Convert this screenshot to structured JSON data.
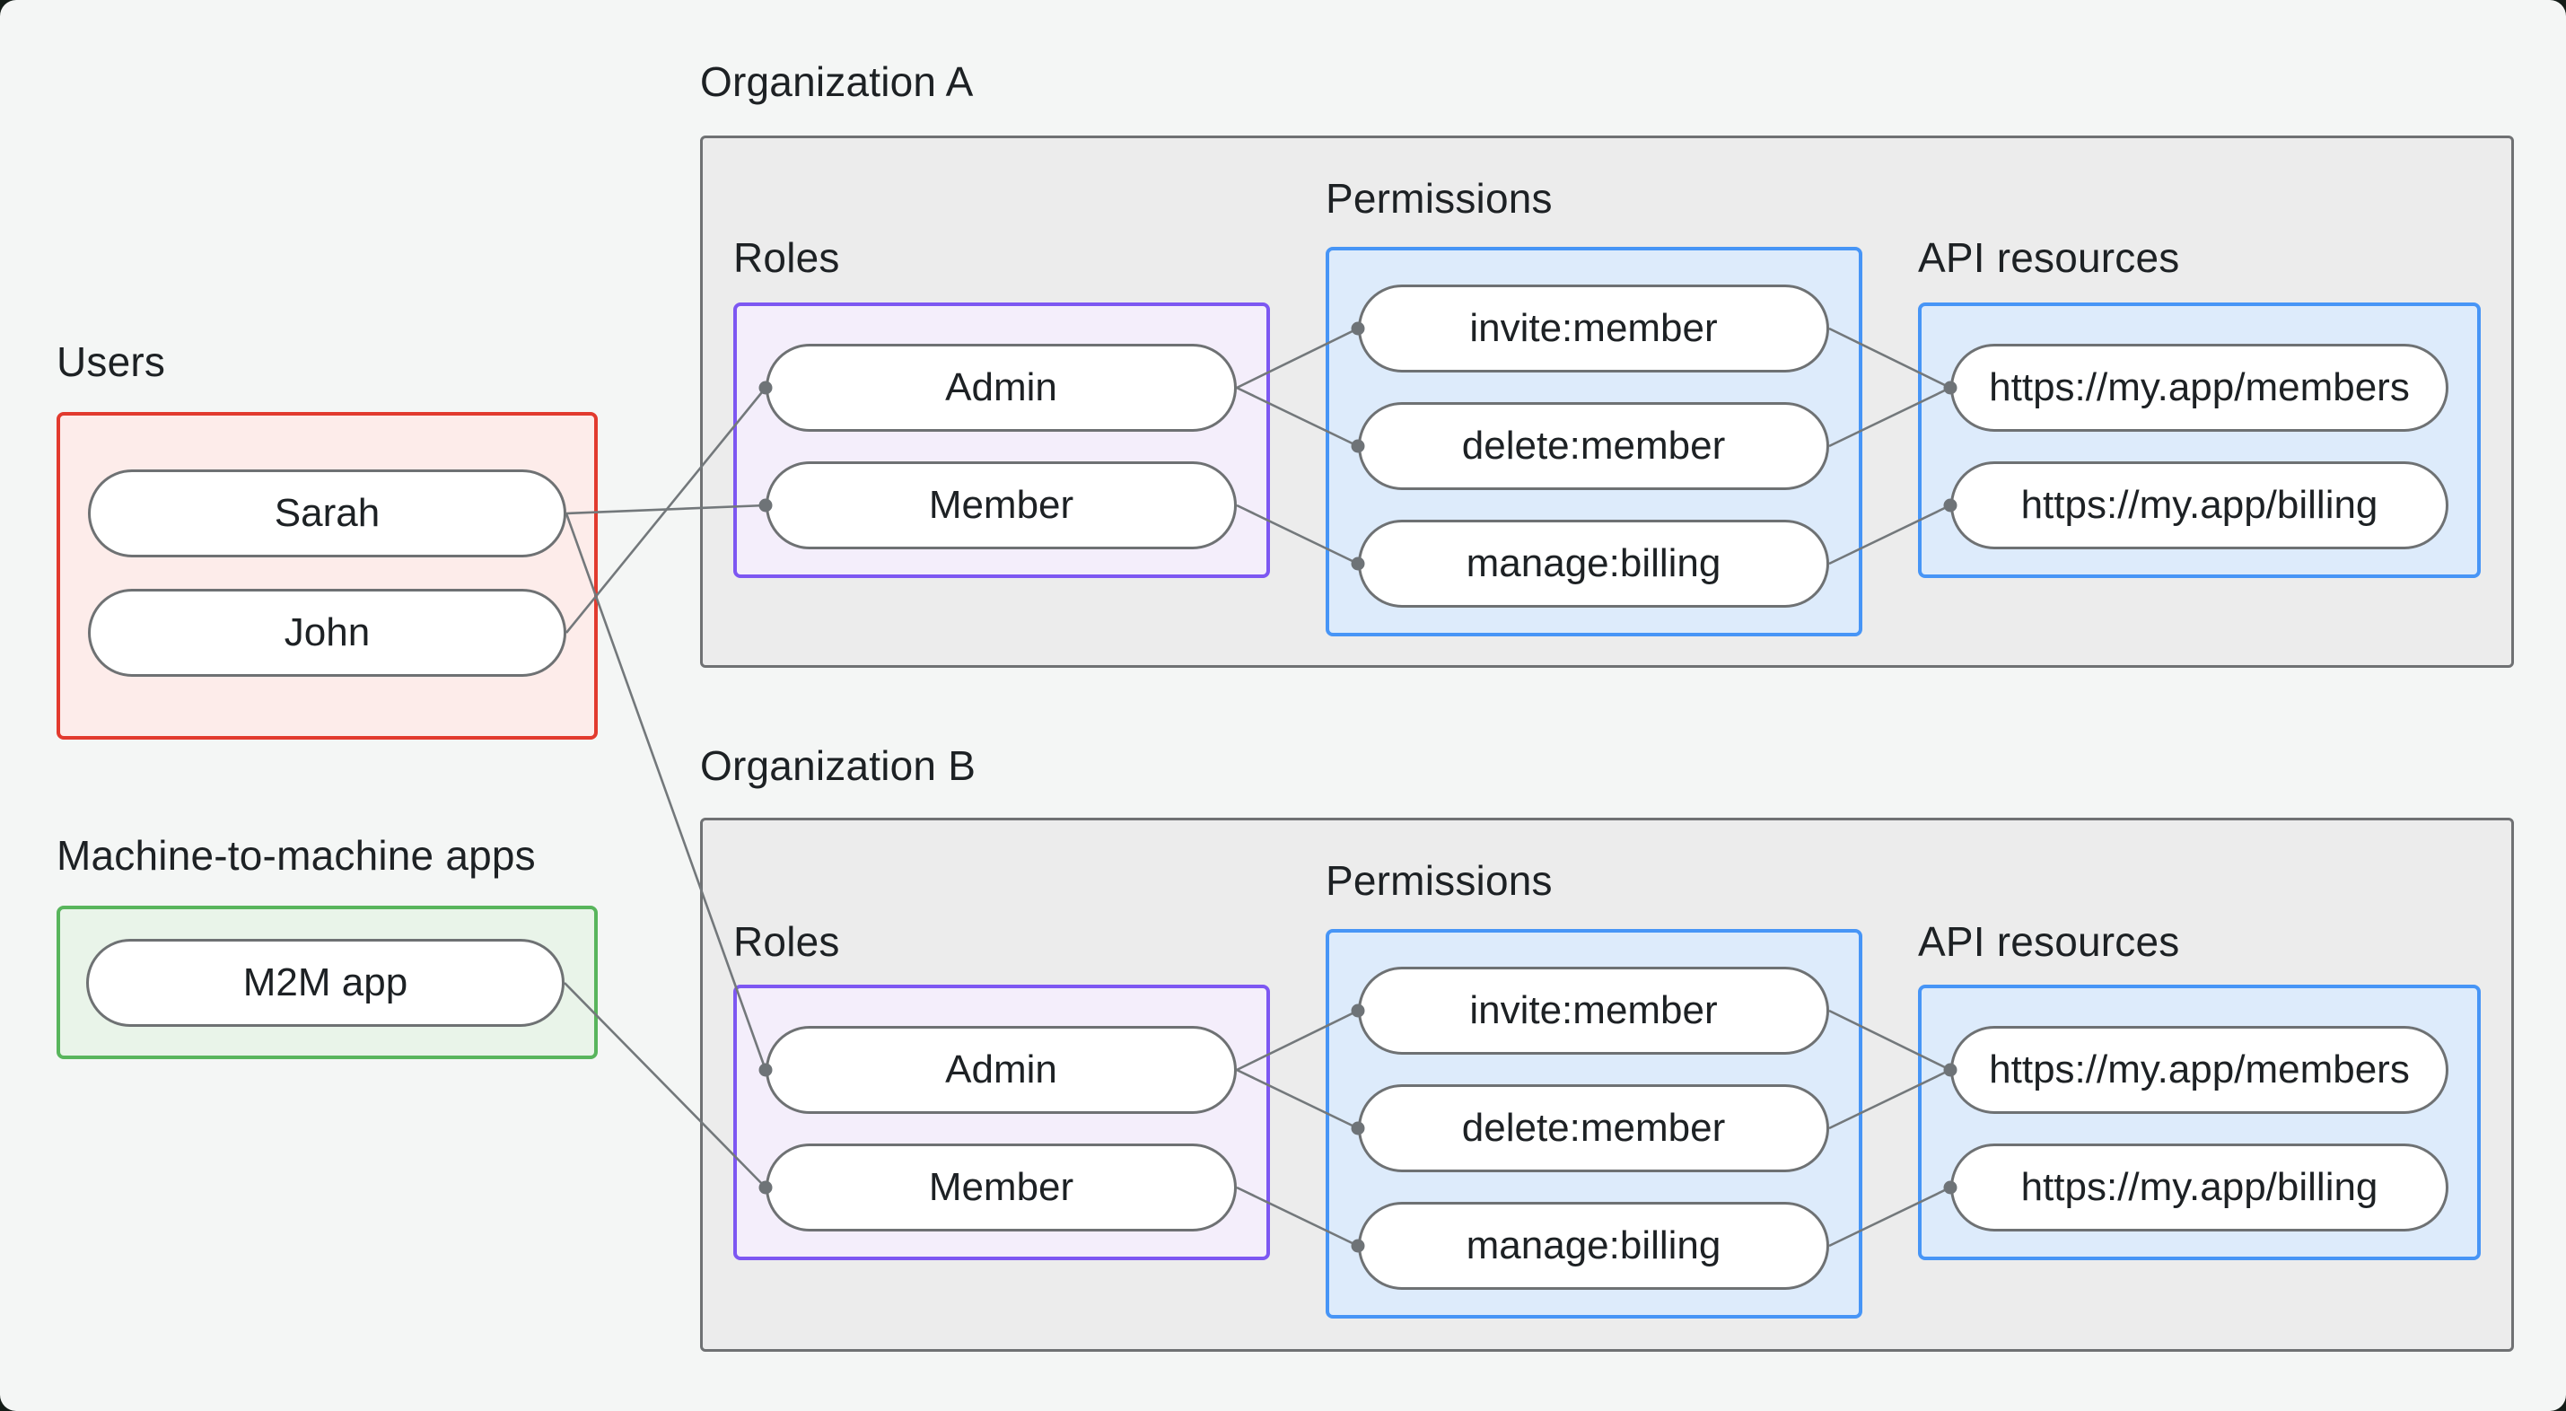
{
  "users_group": {
    "label": "Users",
    "items": [
      {
        "label": "Sarah"
      },
      {
        "label": "John"
      }
    ]
  },
  "m2m_group": {
    "label": "Machine-to-machine apps",
    "items": [
      {
        "label": "M2M app"
      }
    ]
  },
  "org_a": {
    "label": "Organization A",
    "roles_label": "Roles",
    "permissions_label": "Permissions",
    "api_resources_label": "API resources",
    "roles": [
      {
        "label": "Admin"
      },
      {
        "label": "Member"
      }
    ],
    "permissions": [
      {
        "label": "invite:member"
      },
      {
        "label": "delete:member"
      },
      {
        "label": "manage:billing"
      }
    ],
    "api_resources": [
      {
        "label": "https://my.app/members"
      },
      {
        "label": "https://my.app/billing"
      }
    ]
  },
  "org_b": {
    "label": "Organization B",
    "roles_label": "Roles",
    "permissions_label": "Permissions",
    "api_resources_label": "API resources",
    "roles": [
      {
        "label": "Admin"
      },
      {
        "label": "Member"
      }
    ],
    "permissions": [
      {
        "label": "invite:member"
      },
      {
        "label": "delete:member"
      },
      {
        "label": "manage:billing"
      }
    ],
    "api_resources": [
      {
        "label": "https://my.app/members"
      },
      {
        "label": "https://my.app/billing"
      }
    ]
  },
  "edges": [
    {
      "from": "Sarah",
      "to": "Org A / Member"
    },
    {
      "from": "John",
      "to": "Org A / Admin"
    },
    {
      "from": "Sarah",
      "to": "Org B / Admin"
    },
    {
      "from": "M2M app",
      "to": "Org B / Member"
    },
    {
      "from": "Org A / Admin",
      "to": "Org A / invite:member"
    },
    {
      "from": "Org A / Admin",
      "to": "Org A / delete:member"
    },
    {
      "from": "Org A / Member",
      "to": "Org A / manage:billing"
    },
    {
      "from": "Org A / invite:member",
      "to": "Org A / https://my.app/members"
    },
    {
      "from": "Org A / delete:member",
      "to": "Org A / https://my.app/members"
    },
    {
      "from": "Org A / manage:billing",
      "to": "Org A / https://my.app/billing"
    },
    {
      "from": "Org B / Admin",
      "to": "Org B / invite:member"
    },
    {
      "from": "Org B / Admin",
      "to": "Org B / delete:member"
    },
    {
      "from": "Org B / Member",
      "to": "Org B / manage:billing"
    },
    {
      "from": "Org B / invite:member",
      "to": "Org B / https://my.app/members"
    },
    {
      "from": "Org B / delete:member",
      "to": "Org B / https://my.app/members"
    },
    {
      "from": "Org B / manage:billing",
      "to": "Org B / https://my.app/billing"
    }
  ],
  "colors": {
    "background": "#f4f6f5",
    "users_border": "#e23a2e",
    "users_fill": "#fdecea",
    "m2m_border": "#58b55c",
    "m2m_fill": "#e9f4e9",
    "org_border": "#6f7173",
    "org_fill": "#ececec",
    "roles_border": "#7d57f2",
    "roles_fill": "#f4eefb",
    "permissions_border": "#4795f6",
    "permissions_fill": "#ddebfb",
    "node_border": "#6e7173",
    "node_fill": "#ffffff",
    "edge": "#73787b",
    "text": "#1d2124"
  }
}
